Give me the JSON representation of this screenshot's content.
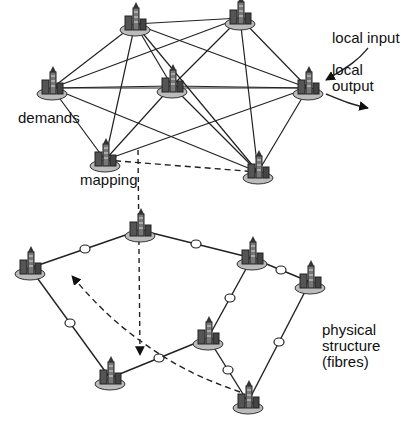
{
  "diagram": {
    "labels": [
      "local input",
      "local output",
      "demands",
      "mapping",
      "physical structure (fibres)"
    ]
  }
}
